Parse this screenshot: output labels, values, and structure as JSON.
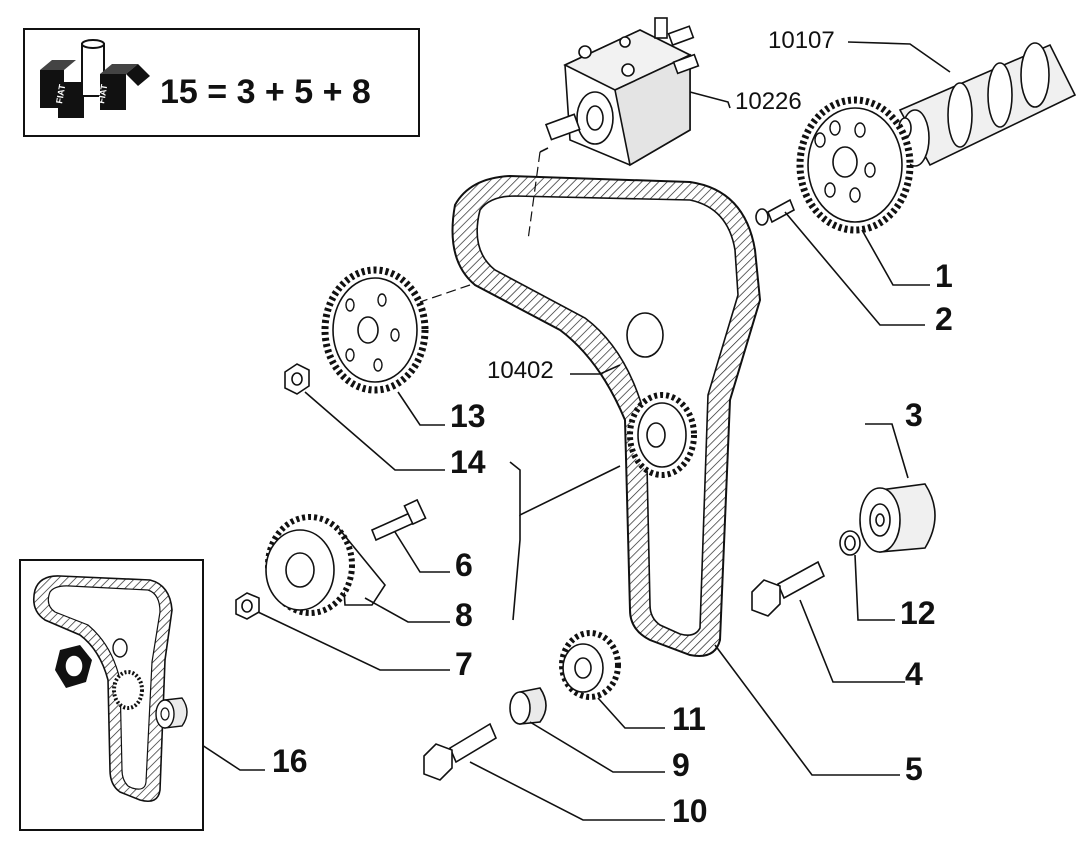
{
  "kit": {
    "formula": "15 = 3 + 5 + 8",
    "box_brand": "FIAT"
  },
  "callouts": {
    "c1": "1",
    "c2": "2",
    "c3": "3",
    "c4": "4",
    "c5": "5",
    "c6": "6",
    "c7": "7",
    "c8": "8",
    "c9": "9",
    "c10": "10",
    "c11": "11",
    "c12": "12",
    "c13": "13",
    "c14": "14",
    "c16": "16"
  },
  "references": {
    "r10107": "10107",
    "r10226": "10226",
    "r10402": "10402"
  },
  "colors": {
    "ink": "#111111",
    "paper": "#ffffff",
    "shade": "#cfcfcf"
  }
}
